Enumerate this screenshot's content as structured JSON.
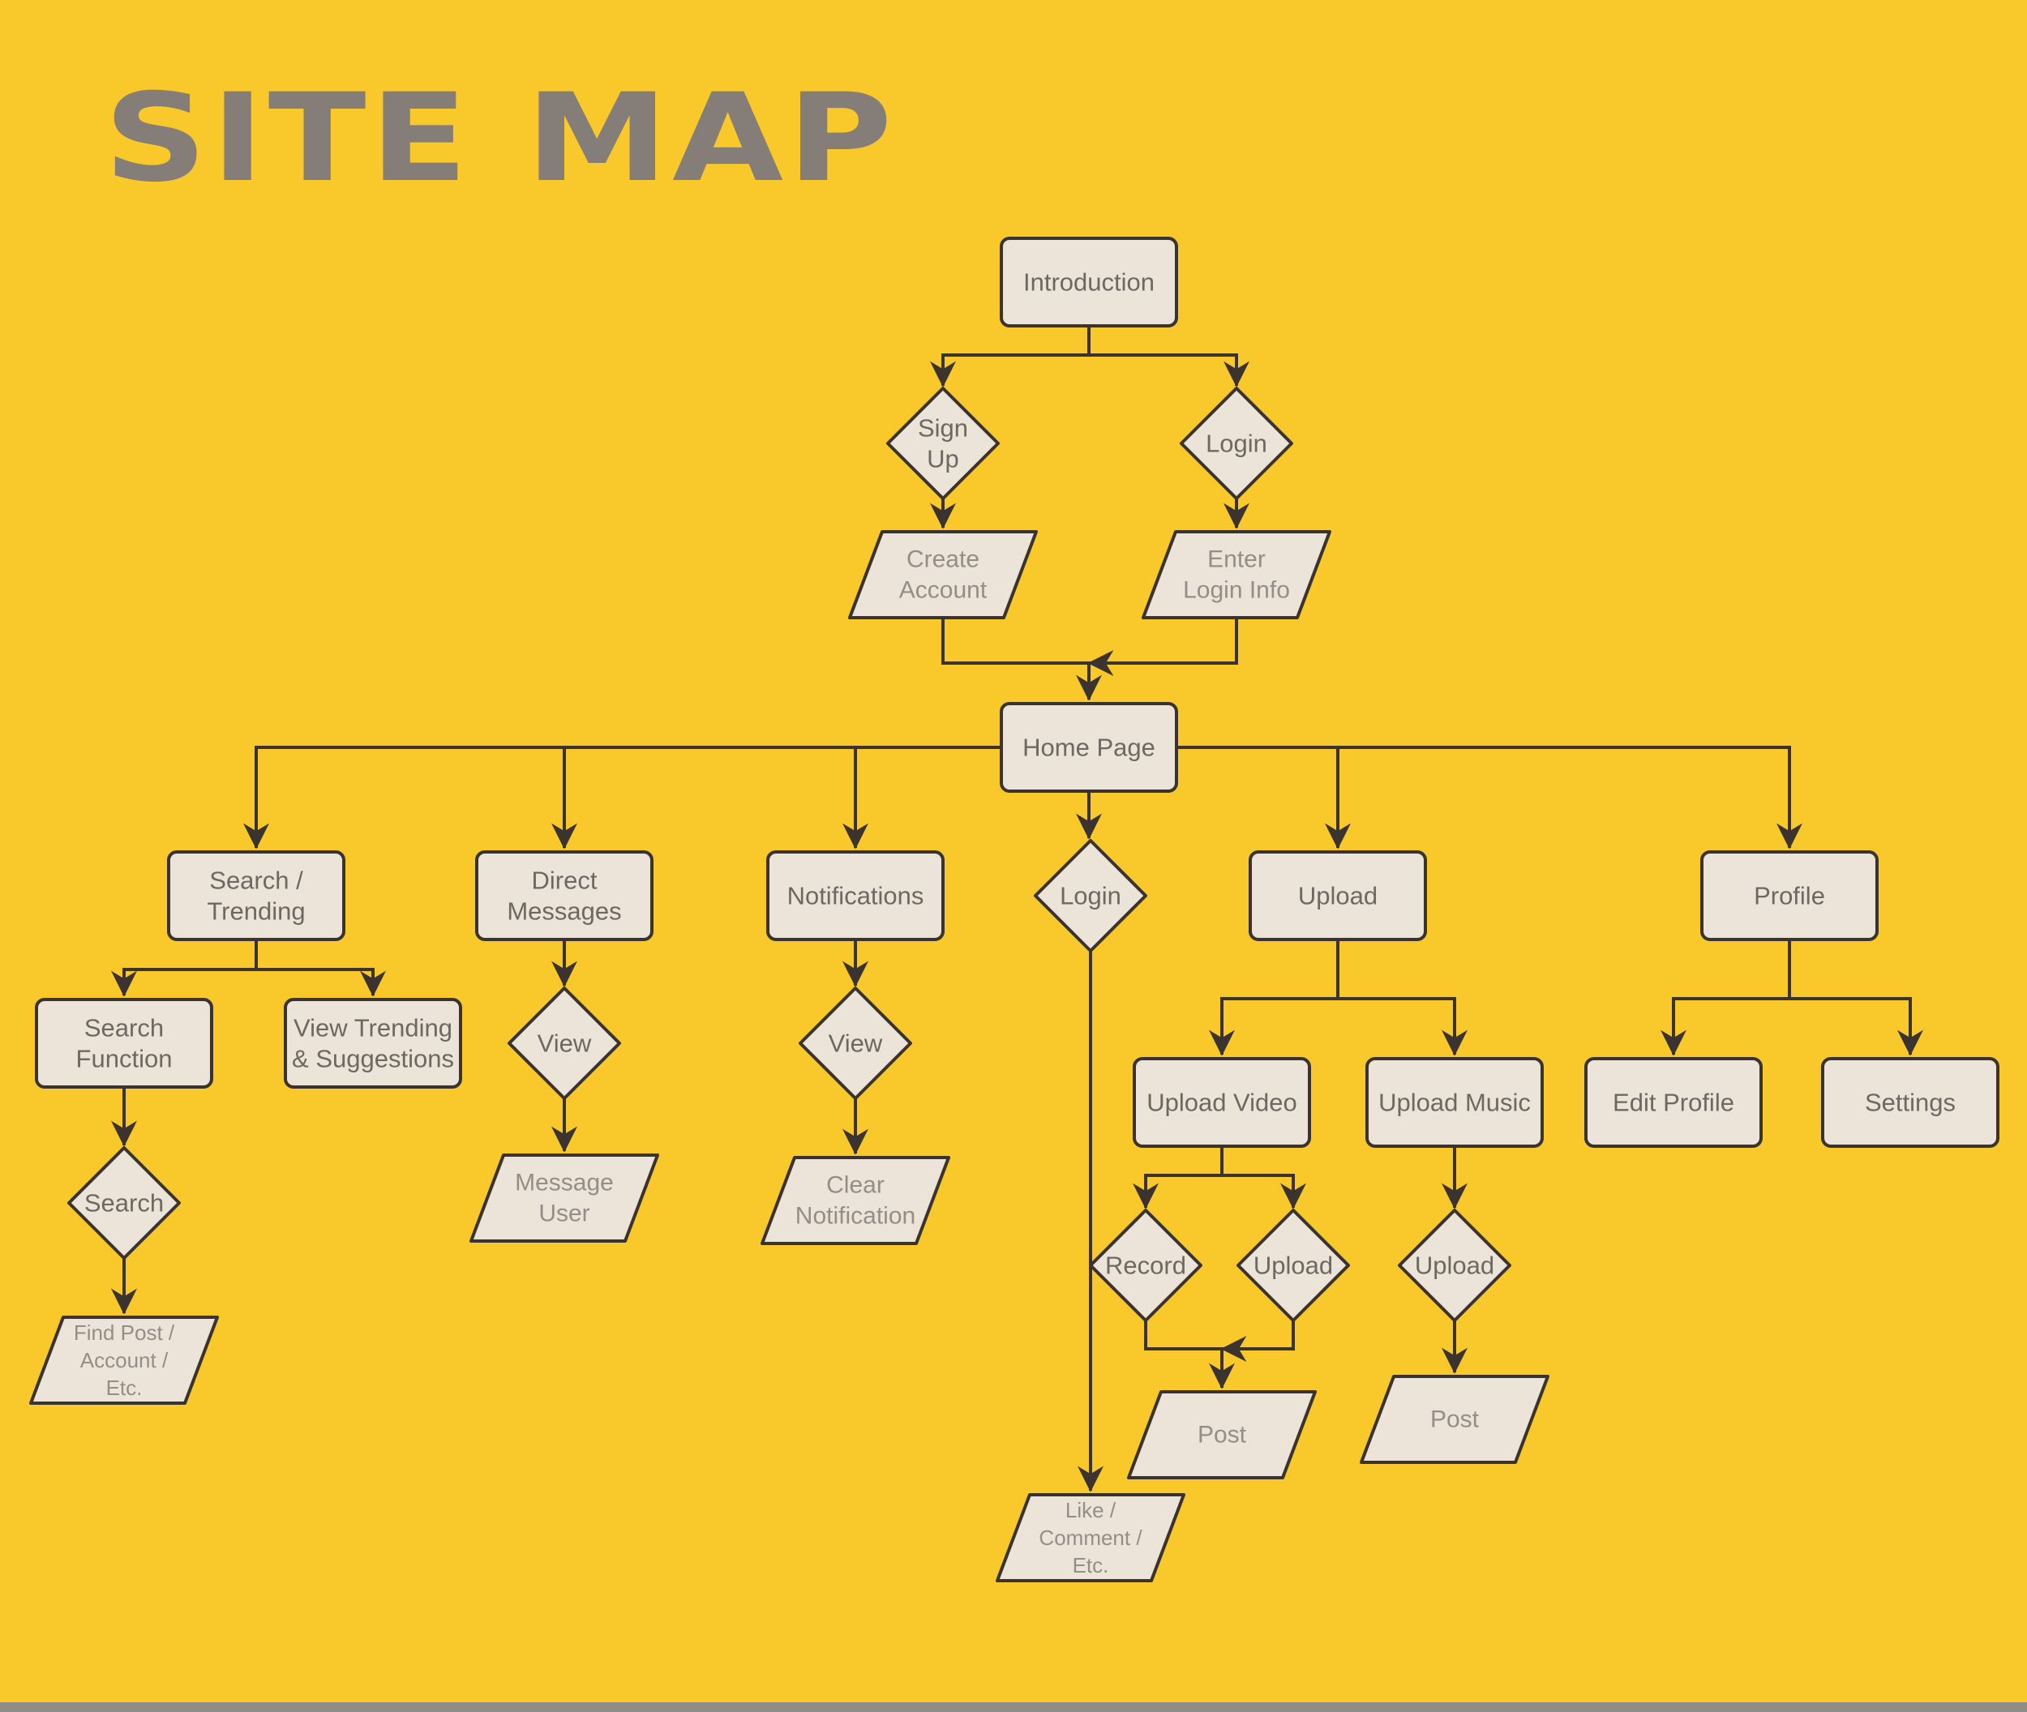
{
  "title": "SITE MAP",
  "colors": {
    "background": "#F9C82A",
    "title": "#857D78",
    "box_fill": "#ECE4D8",
    "stroke": "#3A3330",
    "text": "#6E6863",
    "io_text": "#958E88"
  },
  "nodes": {
    "introduction": {
      "label": [
        "Introduction"
      ],
      "shape": "process"
    },
    "signup": {
      "label": [
        "Sign",
        "Up"
      ],
      "shape": "decision"
    },
    "login_top": {
      "label": [
        "Login"
      ],
      "shape": "decision"
    },
    "create_account": {
      "label": [
        "Create",
        "Account"
      ],
      "shape": "input-output"
    },
    "enter_login": {
      "label": [
        "Enter",
        "Login Info"
      ],
      "shape": "input-output"
    },
    "home": {
      "label": [
        "Home Page"
      ],
      "shape": "process"
    },
    "search_trending": {
      "label": [
        "Search /",
        "Trending"
      ],
      "shape": "process"
    },
    "direct_messages": {
      "label": [
        "Direct",
        "Messages"
      ],
      "shape": "process"
    },
    "notifications": {
      "label": [
        "Notifications"
      ],
      "shape": "process"
    },
    "login_mid": {
      "label": [
        "Login"
      ],
      "shape": "decision"
    },
    "upload": {
      "label": [
        "Upload"
      ],
      "shape": "process"
    },
    "profile": {
      "label": [
        "Profile"
      ],
      "shape": "process"
    },
    "search_function": {
      "label": [
        "Search",
        "Function"
      ],
      "shape": "process"
    },
    "view_trending": {
      "label": [
        "View Trending",
        "& Suggestions"
      ],
      "shape": "process"
    },
    "search_decision": {
      "label": [
        "Search"
      ],
      "shape": "decision"
    },
    "find_post": {
      "label": [
        "Find Post /",
        "Account /",
        "Etc."
      ],
      "shape": "input-output"
    },
    "view_dm": {
      "label": [
        "View"
      ],
      "shape": "decision"
    },
    "message_user": {
      "label": [
        "Message",
        "User"
      ],
      "shape": "input-output"
    },
    "view_notif": {
      "label": [
        "View"
      ],
      "shape": "decision"
    },
    "clear_notif": {
      "label": [
        "Clear",
        "Notification"
      ],
      "shape": "input-output"
    },
    "like_comment": {
      "label": [
        "Like /",
        "Comment /",
        "Etc."
      ],
      "shape": "input-output"
    },
    "upload_video": {
      "label": [
        "Upload Video"
      ],
      "shape": "process"
    },
    "upload_music": {
      "label": [
        "Upload Music"
      ],
      "shape": "process"
    },
    "record": {
      "label": [
        "Record"
      ],
      "shape": "decision"
    },
    "upload_video_decision": {
      "label": [
        "Upload"
      ],
      "shape": "decision"
    },
    "post_video": {
      "label": [
        "Post"
      ],
      "shape": "input-output"
    },
    "upload_music_decision": {
      "label": [
        "Upload"
      ],
      "shape": "decision"
    },
    "post_music": {
      "label": [
        "Post"
      ],
      "shape": "input-output"
    },
    "edit_profile": {
      "label": [
        "Edit Profile"
      ],
      "shape": "process"
    },
    "settings": {
      "label": [
        "Settings"
      ],
      "shape": "process"
    }
  },
  "edges": [
    [
      "introduction",
      "signup"
    ],
    [
      "introduction",
      "login_top"
    ],
    [
      "signup",
      "create_account"
    ],
    [
      "login_top",
      "enter_login"
    ],
    [
      "create_account",
      "home"
    ],
    [
      "enter_login",
      "home"
    ],
    [
      "home",
      "search_trending"
    ],
    [
      "home",
      "direct_messages"
    ],
    [
      "home",
      "notifications"
    ],
    [
      "home",
      "login_mid"
    ],
    [
      "home",
      "upload"
    ],
    [
      "home",
      "profile"
    ],
    [
      "search_trending",
      "search_function"
    ],
    [
      "search_trending",
      "view_trending"
    ],
    [
      "search_function",
      "search_decision"
    ],
    [
      "search_decision",
      "find_post"
    ],
    [
      "direct_messages",
      "view_dm"
    ],
    [
      "view_dm",
      "message_user"
    ],
    [
      "notifications",
      "view_notif"
    ],
    [
      "view_notif",
      "clear_notif"
    ],
    [
      "login_mid",
      "like_comment"
    ],
    [
      "upload",
      "upload_video"
    ],
    [
      "upload",
      "upload_music"
    ],
    [
      "upload_video",
      "record"
    ],
    [
      "upload_video",
      "upload_video_decision"
    ],
    [
      "record",
      "post_video"
    ],
    [
      "upload_video_decision",
      "post_video"
    ],
    [
      "upload_music",
      "upload_music_decision"
    ],
    [
      "upload_music_decision",
      "post_music"
    ],
    [
      "profile",
      "edit_profile"
    ],
    [
      "profile",
      "settings"
    ]
  ]
}
